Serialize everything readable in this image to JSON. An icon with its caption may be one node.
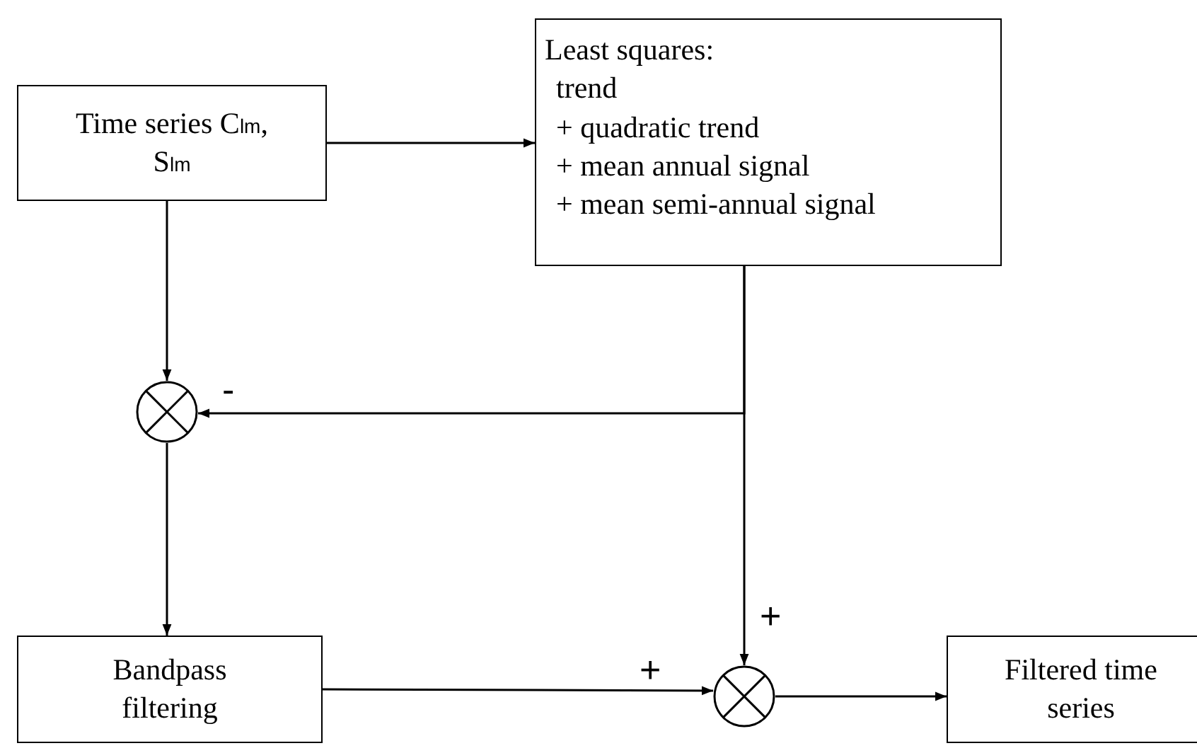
{
  "diagram": {
    "nodes": [
      {
        "text": [
          "Time series C$_{lm}$, S$_{lm}$"
        ]
      },
      {
        "text": [
          "Least squares:",
          "trend",
          "+ quadratic trend",
          "+ mean annual signal",
          "+ mean semi-annual signal"
        ]
      },
      {
        "text": [],
        "shape": "circle"
      },
      {
        "text": [
          "Bandpass filtering"
        ]
      },
      {
        "text": [],
        "shape": "circle"
      },
      {
        "text": [
          "Filtered time series"
        ]
      }
    ],
    "edges": [
      {
        "from": 0,
        "to": 1,
        "arrow": "to"
      },
      {
        "from": 0,
        "to": 2,
        "arrow": "to"
      },
      {
        "from": 1,
        "to": 2,
        "arrow": "to",
        "label": "-"
      },
      {
        "from": 1,
        "to": 4,
        "arrow": "to",
        "label": "+"
      },
      {
        "from": 2,
        "to": 3,
        "arrow": "to"
      },
      {
        "from": 3,
        "to": 4,
        "arrow": "to",
        "label": "+"
      },
      {
        "from": 4,
        "to": 5,
        "arrow": "to"
      }
    ]
  }
}
